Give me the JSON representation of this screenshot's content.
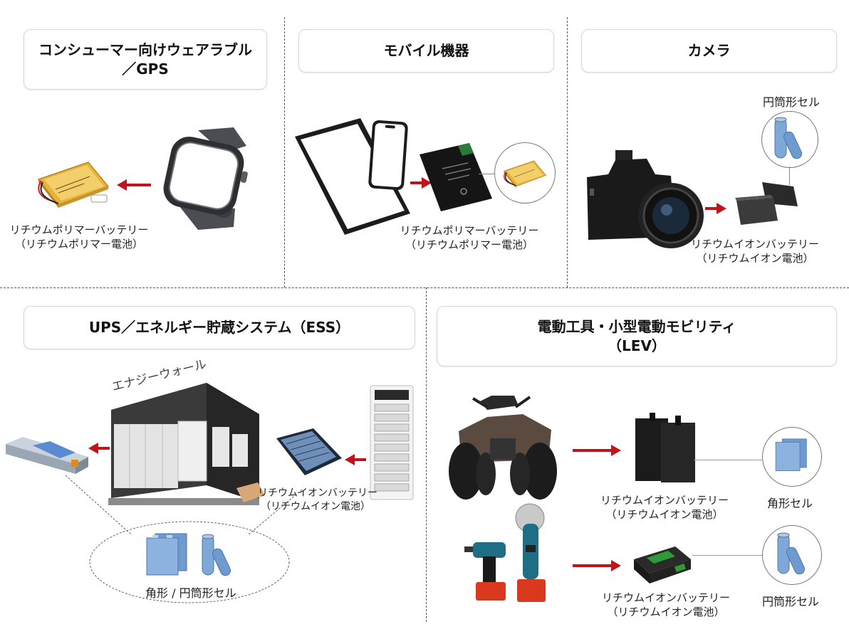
{
  "sections": {
    "wearable": {
      "title_line1": "コンシューマー向けウェアラブル",
      "title_line2": "／GPS",
      "caption_line1": "リチウムポリマーバッテリー",
      "caption_line2": "（リチウムポリマー電池）"
    },
    "mobile": {
      "title": "モバイル機器",
      "caption_line1": "リチウムポリマーバッテリー",
      "caption_line2": "（リチウムポリマー電池）"
    },
    "camera": {
      "title": "カメラ",
      "cell_label": "円筒形セル",
      "caption_line1": "リチウムイオンバッテリー",
      "caption_line2": "（リチウムイオン電池）"
    },
    "ess": {
      "title": "UPS／エネルギー貯蔵システム（ESS）",
      "energy_wall_label": "エナジーウォール",
      "caption_line1": "リチウムイオンバッテリー",
      "caption_line2": "（リチウムイオン電池）",
      "cell_label": "角形 / 円筒形セル"
    },
    "lev": {
      "title_line1": "電動工具・小型電動モビリティ",
      "title_line2": "（LEV）",
      "atv_caption_line1": "リチウムイオンバッテリー",
      "atv_caption_line2": "（リチウムイオン電池）",
      "atv_cell_label": "角形セル",
      "tool_caption_line1": "リチウムイオンバッテリー",
      "tool_caption_line2": "（リチウムイオン電池）",
      "tool_cell_label": "円筒形セル"
    }
  },
  "colors": {
    "arrow": "#c0141c",
    "cell_blue": "#7ea8d8",
    "tool_teal": "#1e6f86",
    "tool_red": "#d8391f",
    "battery_green": "#2f9a3a"
  }
}
